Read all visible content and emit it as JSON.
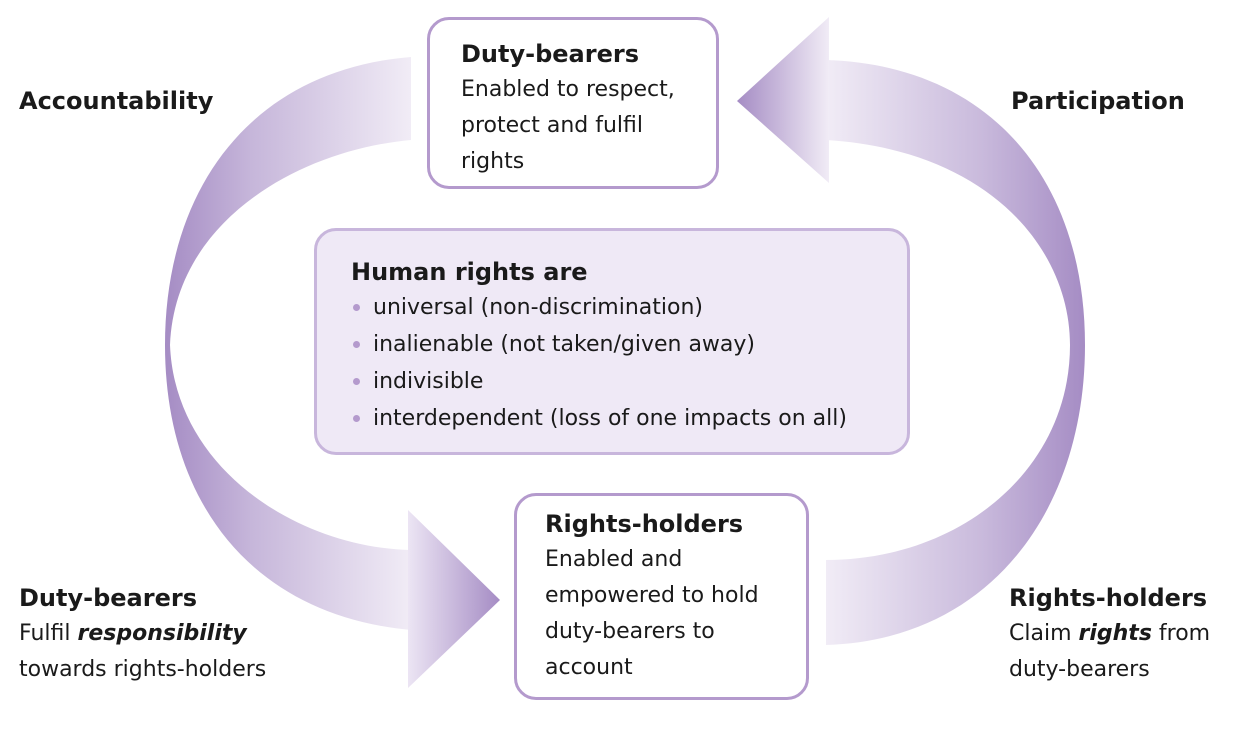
{
  "duty_box": {
    "title": "Duty-bearers",
    "text": "Enabled to respect,\nprotect and fulfil\nrights"
  },
  "center_box": {
    "title": "Human rights are",
    "items": [
      "universal (non-discrimination)",
      "inalienable (not taken/given away)",
      "indivisible",
      "interdependent (loss of one impacts on all)"
    ]
  },
  "rights_box": {
    "title": "Rights-holders",
    "text": "Enabled and\nempowered to hold\nduty-bearers to\naccount"
  },
  "labels": {
    "left_arrow": "Accountability",
    "right_arrow": "Participation"
  },
  "bottom_left": {
    "title": "Duty-bearers",
    "line1_pre": "Fulfil ",
    "line1_keyword": "responsibility",
    "line2": "towards rights-holders"
  },
  "bottom_right": {
    "title": "Rights-holders",
    "line1_pre": "Claim ",
    "line1_keyword": "rights",
    "line1_post": " from",
    "line2": "duty-bearers"
  },
  "colors": {
    "accent": "#b49acd",
    "arrow_dark": "#a58cc4",
    "arrow_light": "#f1ecf6",
    "center_fill": "#efe9f6"
  }
}
